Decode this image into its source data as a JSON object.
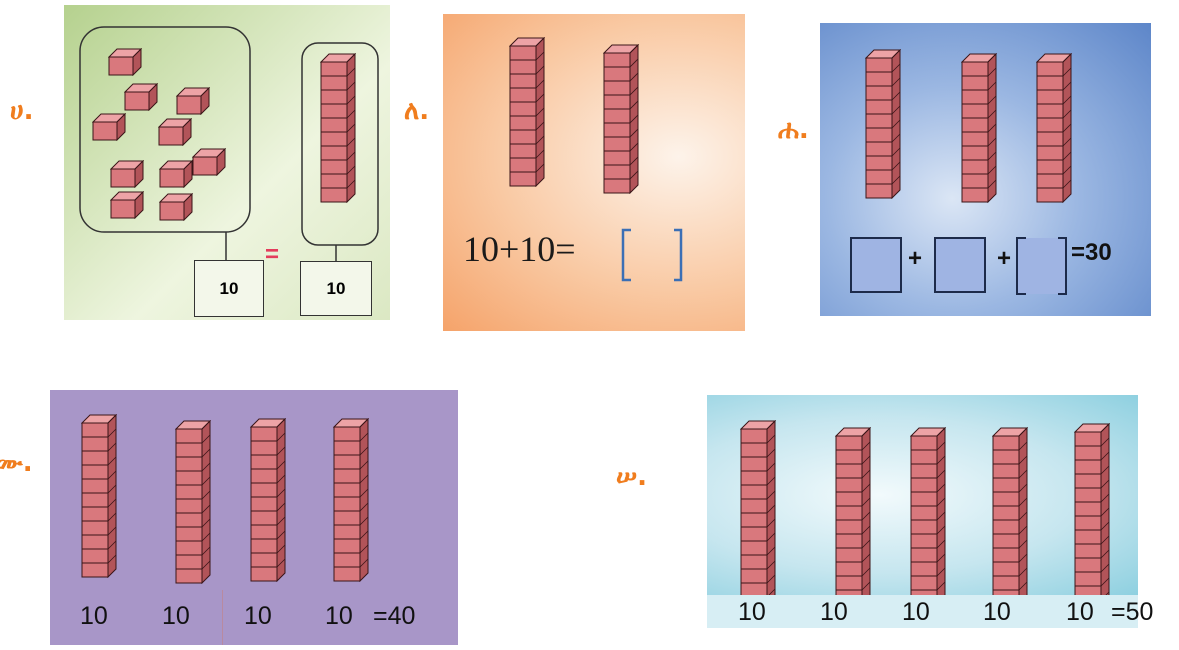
{
  "colors": {
    "cube_front": "#d9787d",
    "cube_top": "#eda3a6",
    "cube_side": "#b25459",
    "cube_line": "#3a1518",
    "label": "#f07d1e"
  },
  "panel_a": {
    "label": "ሀ.",
    "box_left": "10",
    "box_right": "10",
    "equals": "="
  },
  "panel_b": {
    "label": "ለ.",
    "equation": "10+10="
  },
  "panel_c": {
    "label": "ሐ.",
    "plus": "+",
    "result": "=30"
  },
  "panel_d": {
    "label": "ሙ.",
    "numbers": [
      "10",
      "10",
      "10",
      "10"
    ],
    "result": "=40"
  },
  "panel_e": {
    "label": "ሠ.",
    "numbers": [
      "10",
      "10",
      "10",
      "10",
      "10"
    ],
    "result": "=50"
  }
}
